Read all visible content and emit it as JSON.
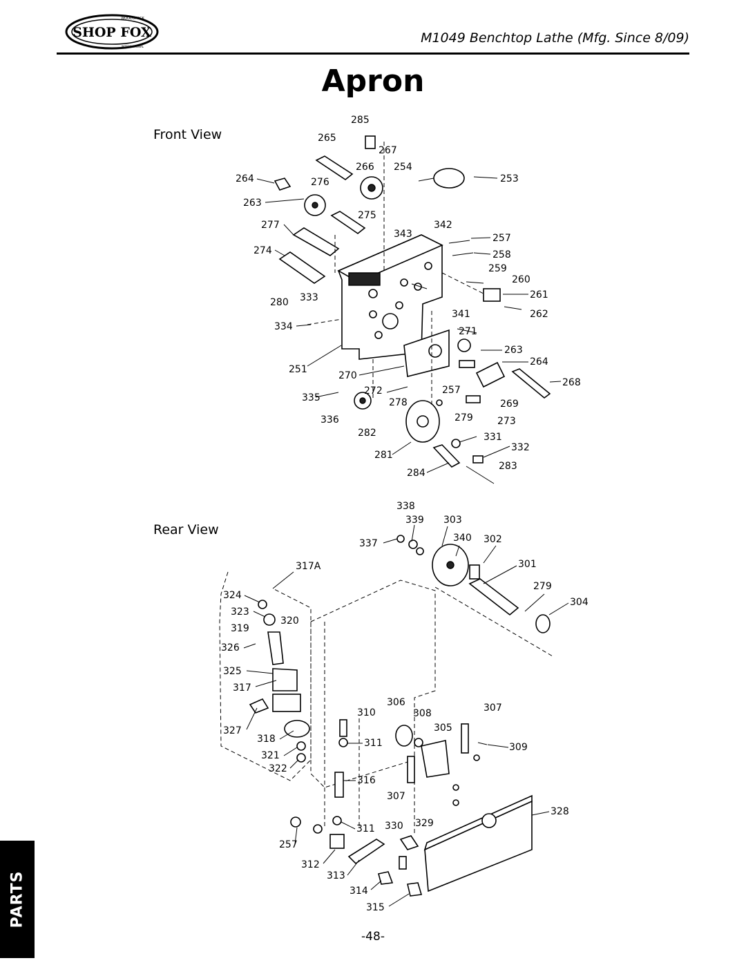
{
  "header": {
    "brand": "SHOP FOX",
    "brand_ring_top": "WOODSTOCK",
    "brand_ring_bottom": "INTERNATIONAL",
    "manual_title": "M1049 Benchtop Lathe (Mfg. Since 8/09)"
  },
  "page_title": "Apron",
  "sections": {
    "front_view": "Front View",
    "rear_view": "Rear View"
  },
  "front_callouts": [
    "285",
    "265",
    "267",
    "266",
    "254",
    "253",
    "264",
    "276",
    "263",
    "275",
    "277",
    "343",
    "342",
    "257",
    "274",
    "258",
    "259",
    "260",
    "280",
    "333",
    "261",
    "341",
    "262",
    "334",
    "271",
    "263",
    "264",
    "251",
    "270",
    "268",
    "272",
    "257",
    "335",
    "278",
    "269",
    "279",
    "273",
    "336",
    "282",
    "331",
    "332",
    "281",
    "283",
    "284"
  ],
  "rear_callouts": [
    "338",
    "339",
    "303",
    "337",
    "340",
    "302",
    "317A",
    "301",
    "279",
    "324",
    "304",
    "323",
    "320",
    "319",
    "326",
    "325",
    "317",
    "306",
    "307",
    "310",
    "308",
    "327",
    "305",
    "318",
    "311",
    "309",
    "321",
    "322",
    "316",
    "307",
    "328",
    "311",
    "330",
    "329",
    "257",
    "312",
    "313",
    "314",
    "315"
  ],
  "footer": {
    "page_number": "-48-",
    "side_tab": "PARTS"
  }
}
